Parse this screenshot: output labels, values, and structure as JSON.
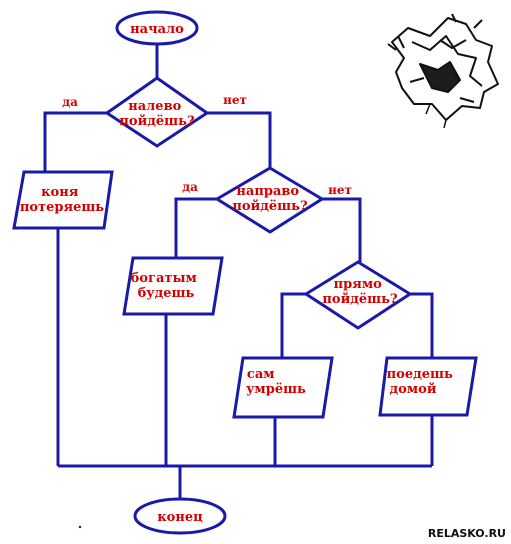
{
  "flowchart": {
    "start": "начало",
    "end": "конец",
    "decisions": {
      "left": "налево пойдёшь?",
      "right": "направо пойдёшь?",
      "straight": "прямо пойдёшь?"
    },
    "outcomes": {
      "horse": "коня потеряешь",
      "rich": "богатым будешь",
      "die": "сам умрёшь",
      "home": "поедешь домой"
    },
    "branch_labels": {
      "yes": "да",
      "no": "нет"
    }
  },
  "watermark": "RELASKO.RU",
  "colors": {
    "line": "#1a1aa8",
    "text": "#d40000"
  }
}
